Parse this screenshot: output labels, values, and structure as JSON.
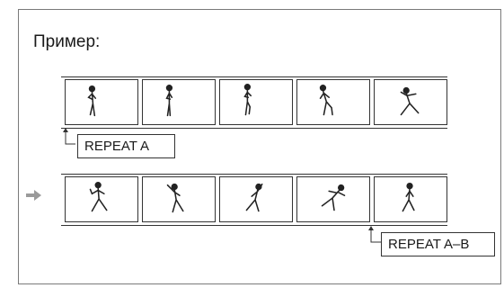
{
  "heading": "Пример:",
  "strip1": {
    "label": "REPEAT A",
    "frames": [
      "pitcher-windup-1",
      "pitcher-windup-2",
      "pitcher-windup-3",
      "pitcher-windup-4",
      "pitcher-stride"
    ]
  },
  "strip2": {
    "label": "REPEAT A–B",
    "frames": [
      "pitcher-release-1",
      "pitcher-release-2",
      "pitcher-follow-through",
      "pitcher-lunge",
      "pitcher-recovery"
    ]
  },
  "colors": {
    "arrow": "#9a9a9a",
    "ink": "#333333"
  },
  "icons": {
    "playback_marker": "right-arrow-icon",
    "point_marker": "up-arrow-icon"
  }
}
